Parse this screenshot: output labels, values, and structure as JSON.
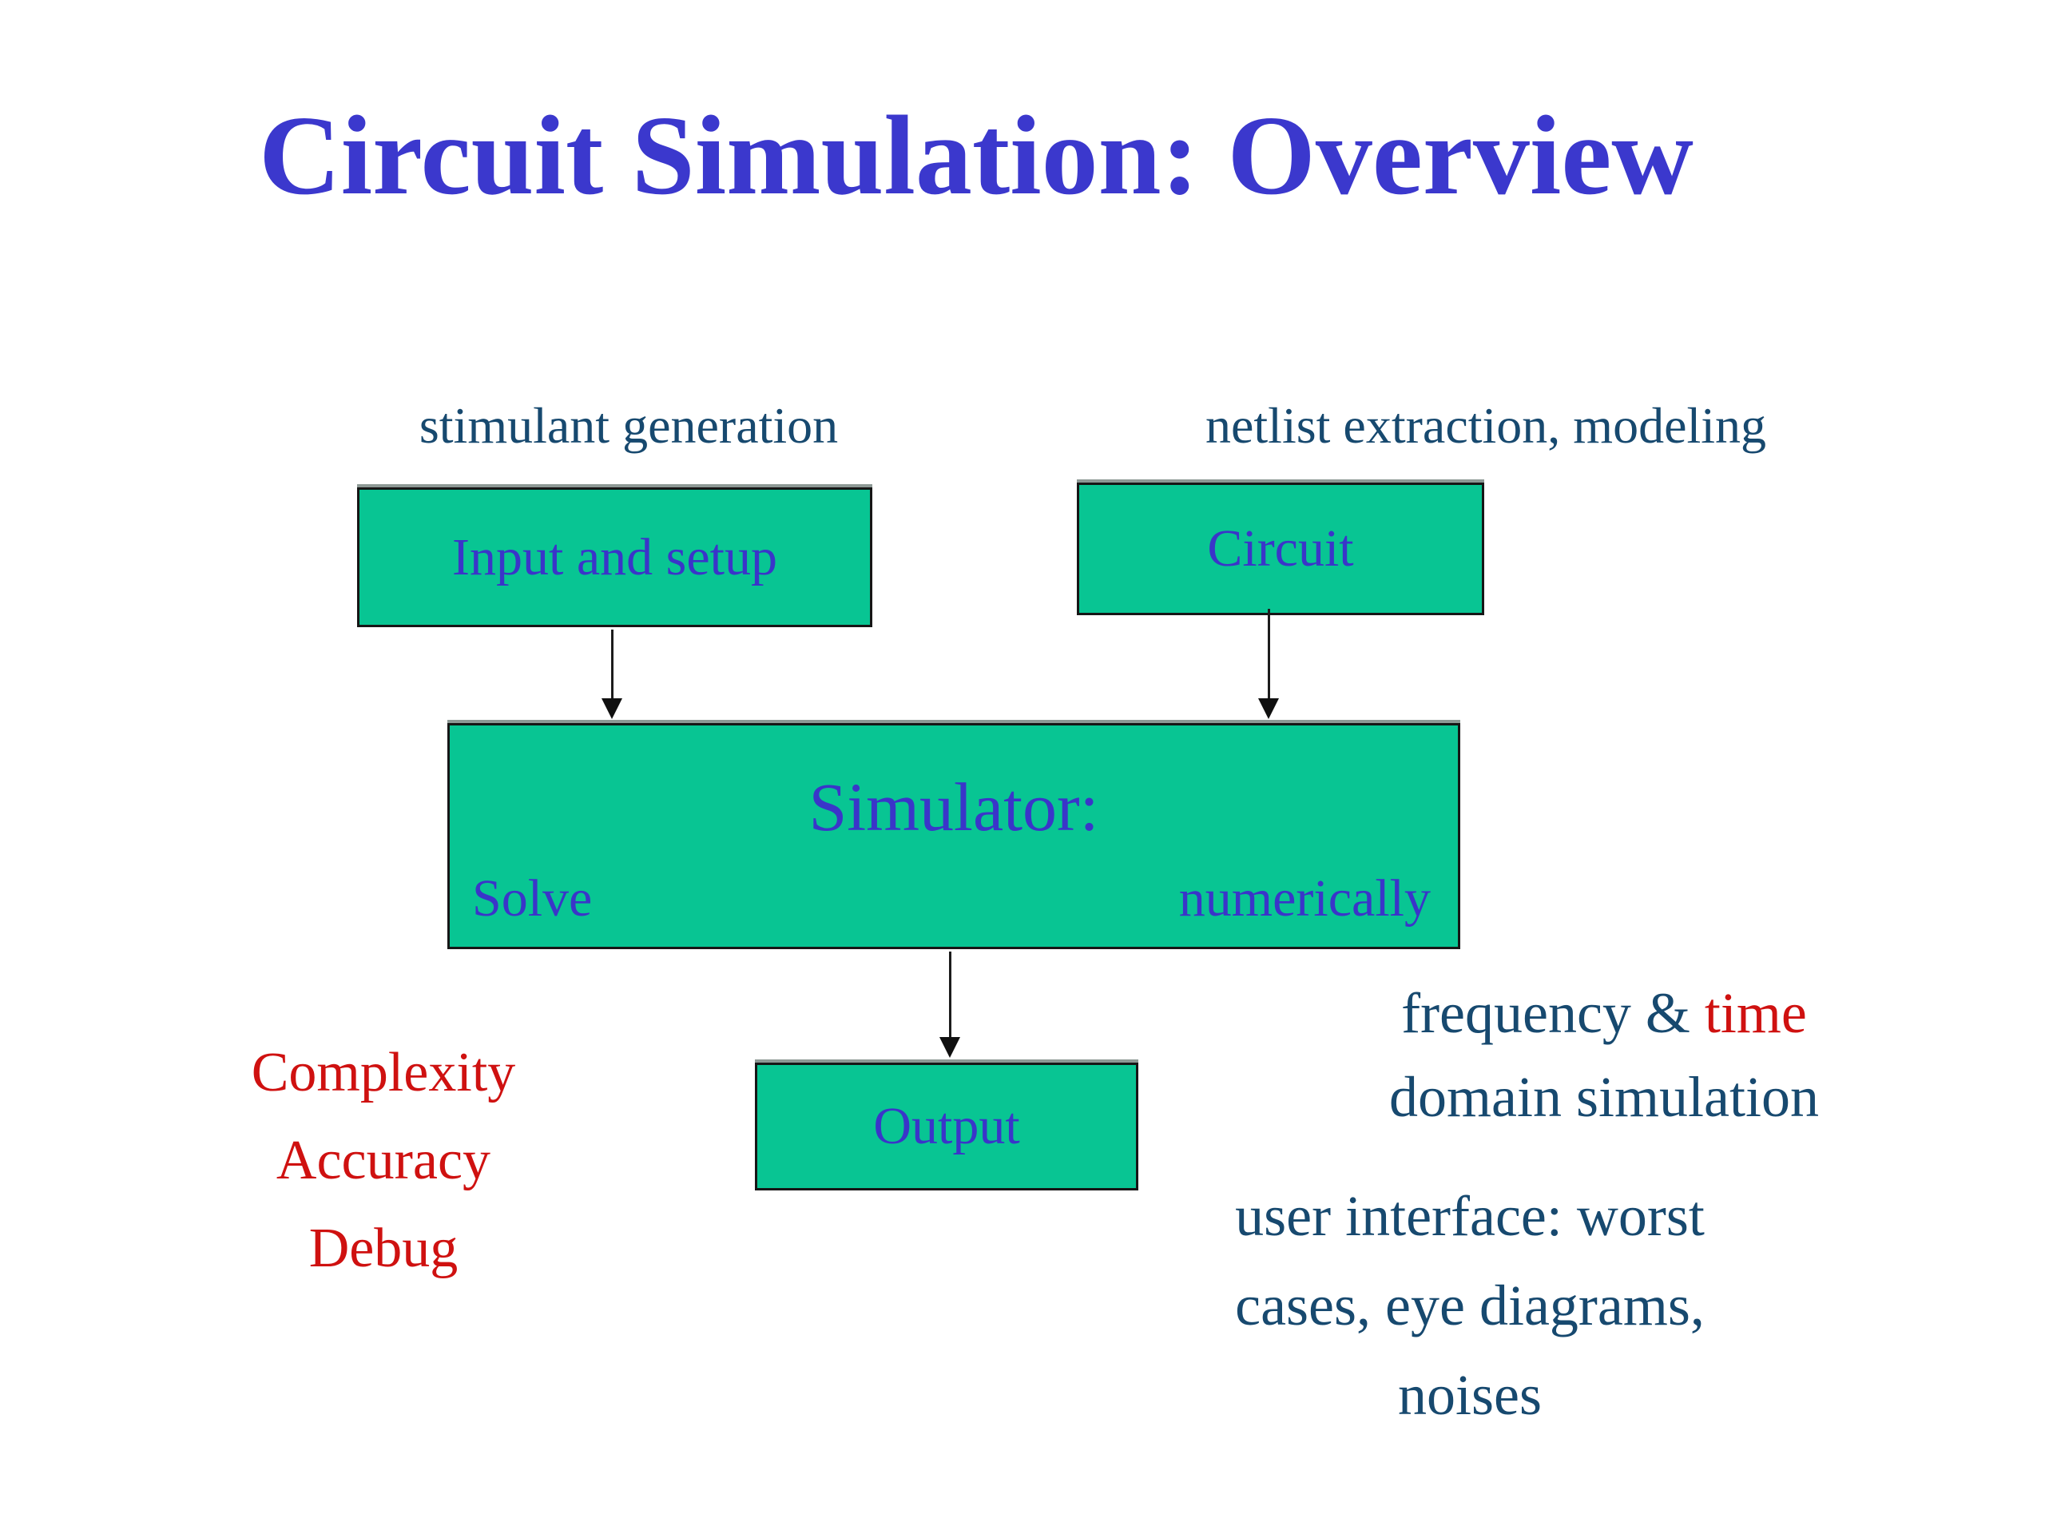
{
  "slide": {
    "title": "Circuit Simulation: Overview",
    "labels": {
      "stimulant": "stimulant generation",
      "netlist": "netlist extraction, modeling"
    },
    "boxes": {
      "input": "Input and setup",
      "circuit": "Circuit",
      "simulator_title": "Simulator:",
      "simulator_left": "Solve",
      "simulator_right": "numerically",
      "output": "Output"
    },
    "notes": {
      "left_red": [
        "Complexity",
        "Accuracy",
        "Debug"
      ],
      "freq_navy1": "frequency & ",
      "freq_red": "time",
      "freq_line2": "domain simulation",
      "ui": [
        "user interface: worst",
        "cases, eye diagrams,",
        "noises"
      ]
    },
    "colors": {
      "title_blue": "#3b38cd",
      "box_text_blue": "#3a35c9",
      "box_green": "#08c593",
      "navy": "#17496f",
      "red": "#cf1110",
      "border_dark": "#161616"
    }
  }
}
